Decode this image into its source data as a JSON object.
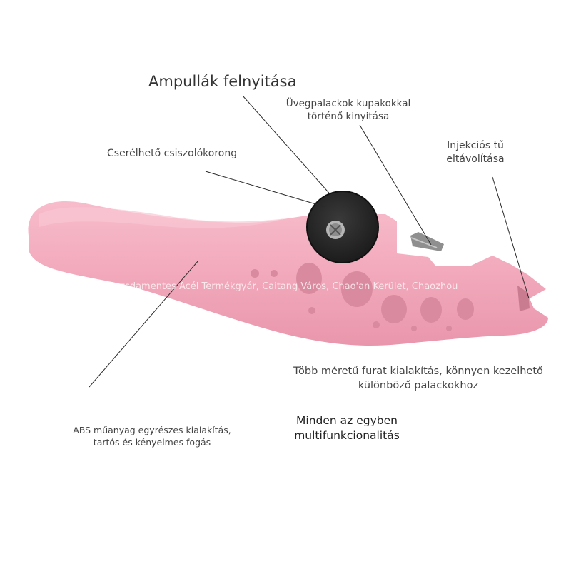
{
  "labels": {
    "ampoule": "Ampullák felnyitása",
    "bottle_caps": "Üvegpalackok kupakokkal történő kinyitása",
    "grinding_wheel": "Cserélhető csiszolókorong",
    "needle_removal": "Injekciós tű eltávolítása",
    "multi_holes": "Több méretű furat kialakítás, könnyen kezelhető különböző palackokhoz",
    "all_in_one": "Minden az egyben multifunkcionalitás",
    "abs_plastic": "ABS műanyag egyrészes kialakítás, tartós és kényelmes fogás"
  },
  "watermark": "Huichuang Rozsdamentes Acél Termékgyár, Caitang Város, Chao'an Kerület, Chaozhou",
  "colors": {
    "tool_body": "#f2a9bb",
    "tool_shadow": "#d98a9e",
    "wheel": "#2b2b2b",
    "text": "#444444"
  }
}
